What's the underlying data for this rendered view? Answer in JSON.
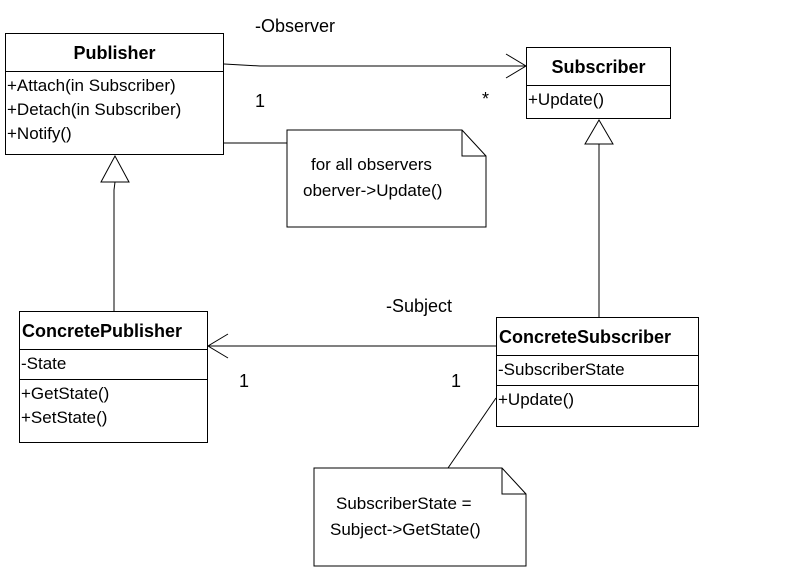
{
  "classes": {
    "publisher": {
      "name": "Publisher",
      "operations": [
        "+Attach(in Subscriber)",
        "+Detach(in Subscriber)",
        "+Notify()"
      ]
    },
    "subscriber": {
      "name": "Subscriber",
      "operations": [
        "+Update()"
      ]
    },
    "concrete_publisher": {
      "name": "ConcretePublisher",
      "attributes": [
        "-State"
      ],
      "operations": [
        "+GetState()",
        "+SetState()"
      ]
    },
    "concrete_subscriber": {
      "name": "ConcreteSubscriber",
      "attributes": [
        "-SubscriberState"
      ],
      "operations": [
        "+Update()"
      ]
    }
  },
  "associations": {
    "observer": {
      "role": "-Observer",
      "source_multiplicity": "1",
      "target_multiplicity": "*"
    },
    "subject": {
      "role": "-Subject",
      "target_multiplicity": "1",
      "source_multiplicity": "1"
    }
  },
  "notes": {
    "notify_note": [
      "for all observers",
      "oberver->Update()"
    ],
    "state_note": [
      "SubscriberState =",
      "Subject->GetState()"
    ]
  },
  "colors": {
    "line": "#000000",
    "background": "#ffffff"
  }
}
